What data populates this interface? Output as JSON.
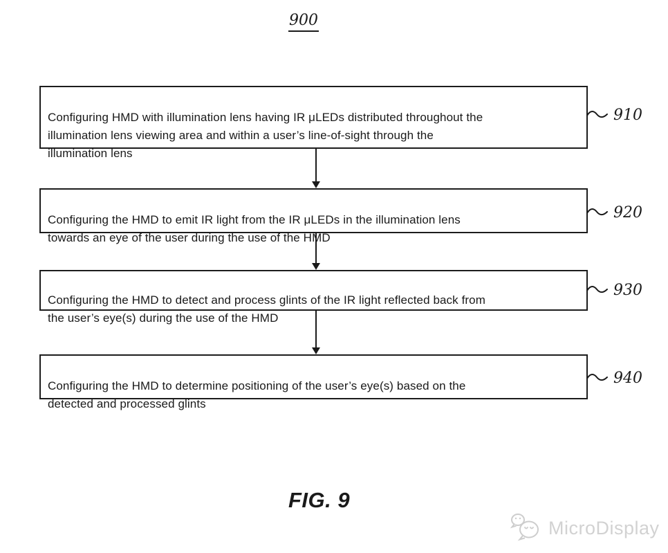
{
  "figure": {
    "diagram_number": "900",
    "caption": "FIG. 9"
  },
  "steps": [
    {
      "ref": "910",
      "text": "Configuring HMD with illumination lens having IR μLEDs distributed throughout the\nillumination lens viewing area and within a user’s line-of-sight through the\nillumination lens"
    },
    {
      "ref": "920",
      "text": "Configuring the HMD to emit IR light from the IR μLEDs in the illumination lens\ntowards an eye of the user during the use of the HMD"
    },
    {
      "ref": "930",
      "text": "Configuring the HMD to detect and process glints of the IR light reflected back from\nthe user’s eye(s) during the use of the HMD"
    },
    {
      "ref": "940",
      "text": "Configuring the HMD to determine positioning of the user’s eye(s) based on the\ndetected and processed glints"
    }
  ],
  "watermark": {
    "label": "MicroDisplay",
    "icon": "wechat-chat-bubbles-icon"
  },
  "colors": {
    "ink": "#1a1a1a",
    "box_border": "#1c1c1c",
    "watermark_gray": "#d2d2d2"
  }
}
